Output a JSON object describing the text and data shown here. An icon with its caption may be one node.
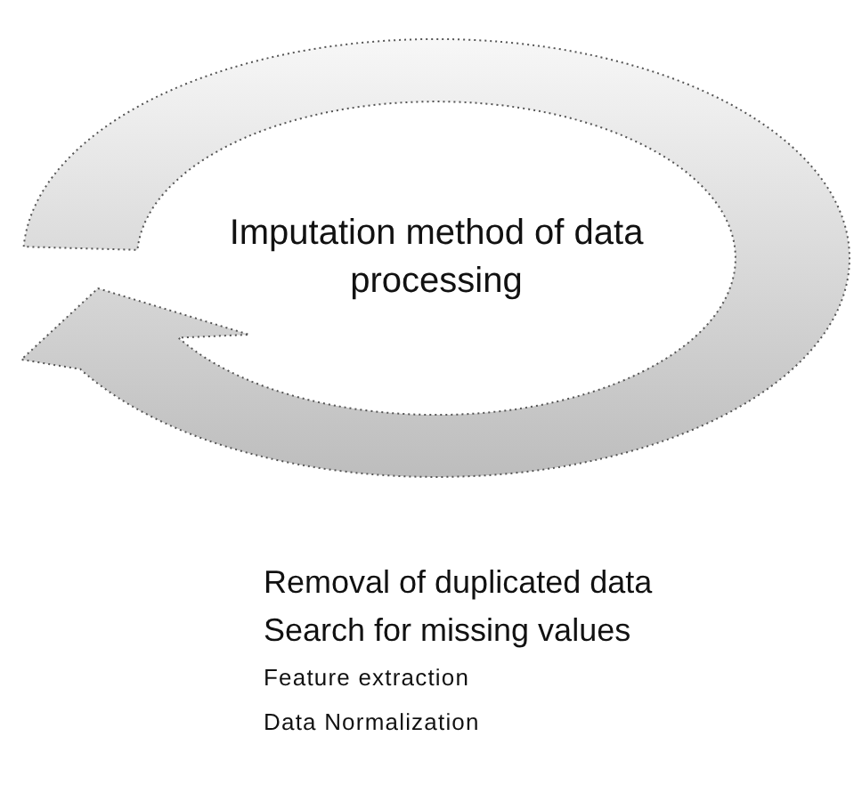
{
  "diagram": {
    "nodes": [
      {
        "text": [
          "Imputation method of data processing"
        ]
      }
    ],
    "labels": [
      "Removal of duplicated data",
      "Search for missing values",
      "Feature extraction",
      "Data Normalization"
    ]
  }
}
